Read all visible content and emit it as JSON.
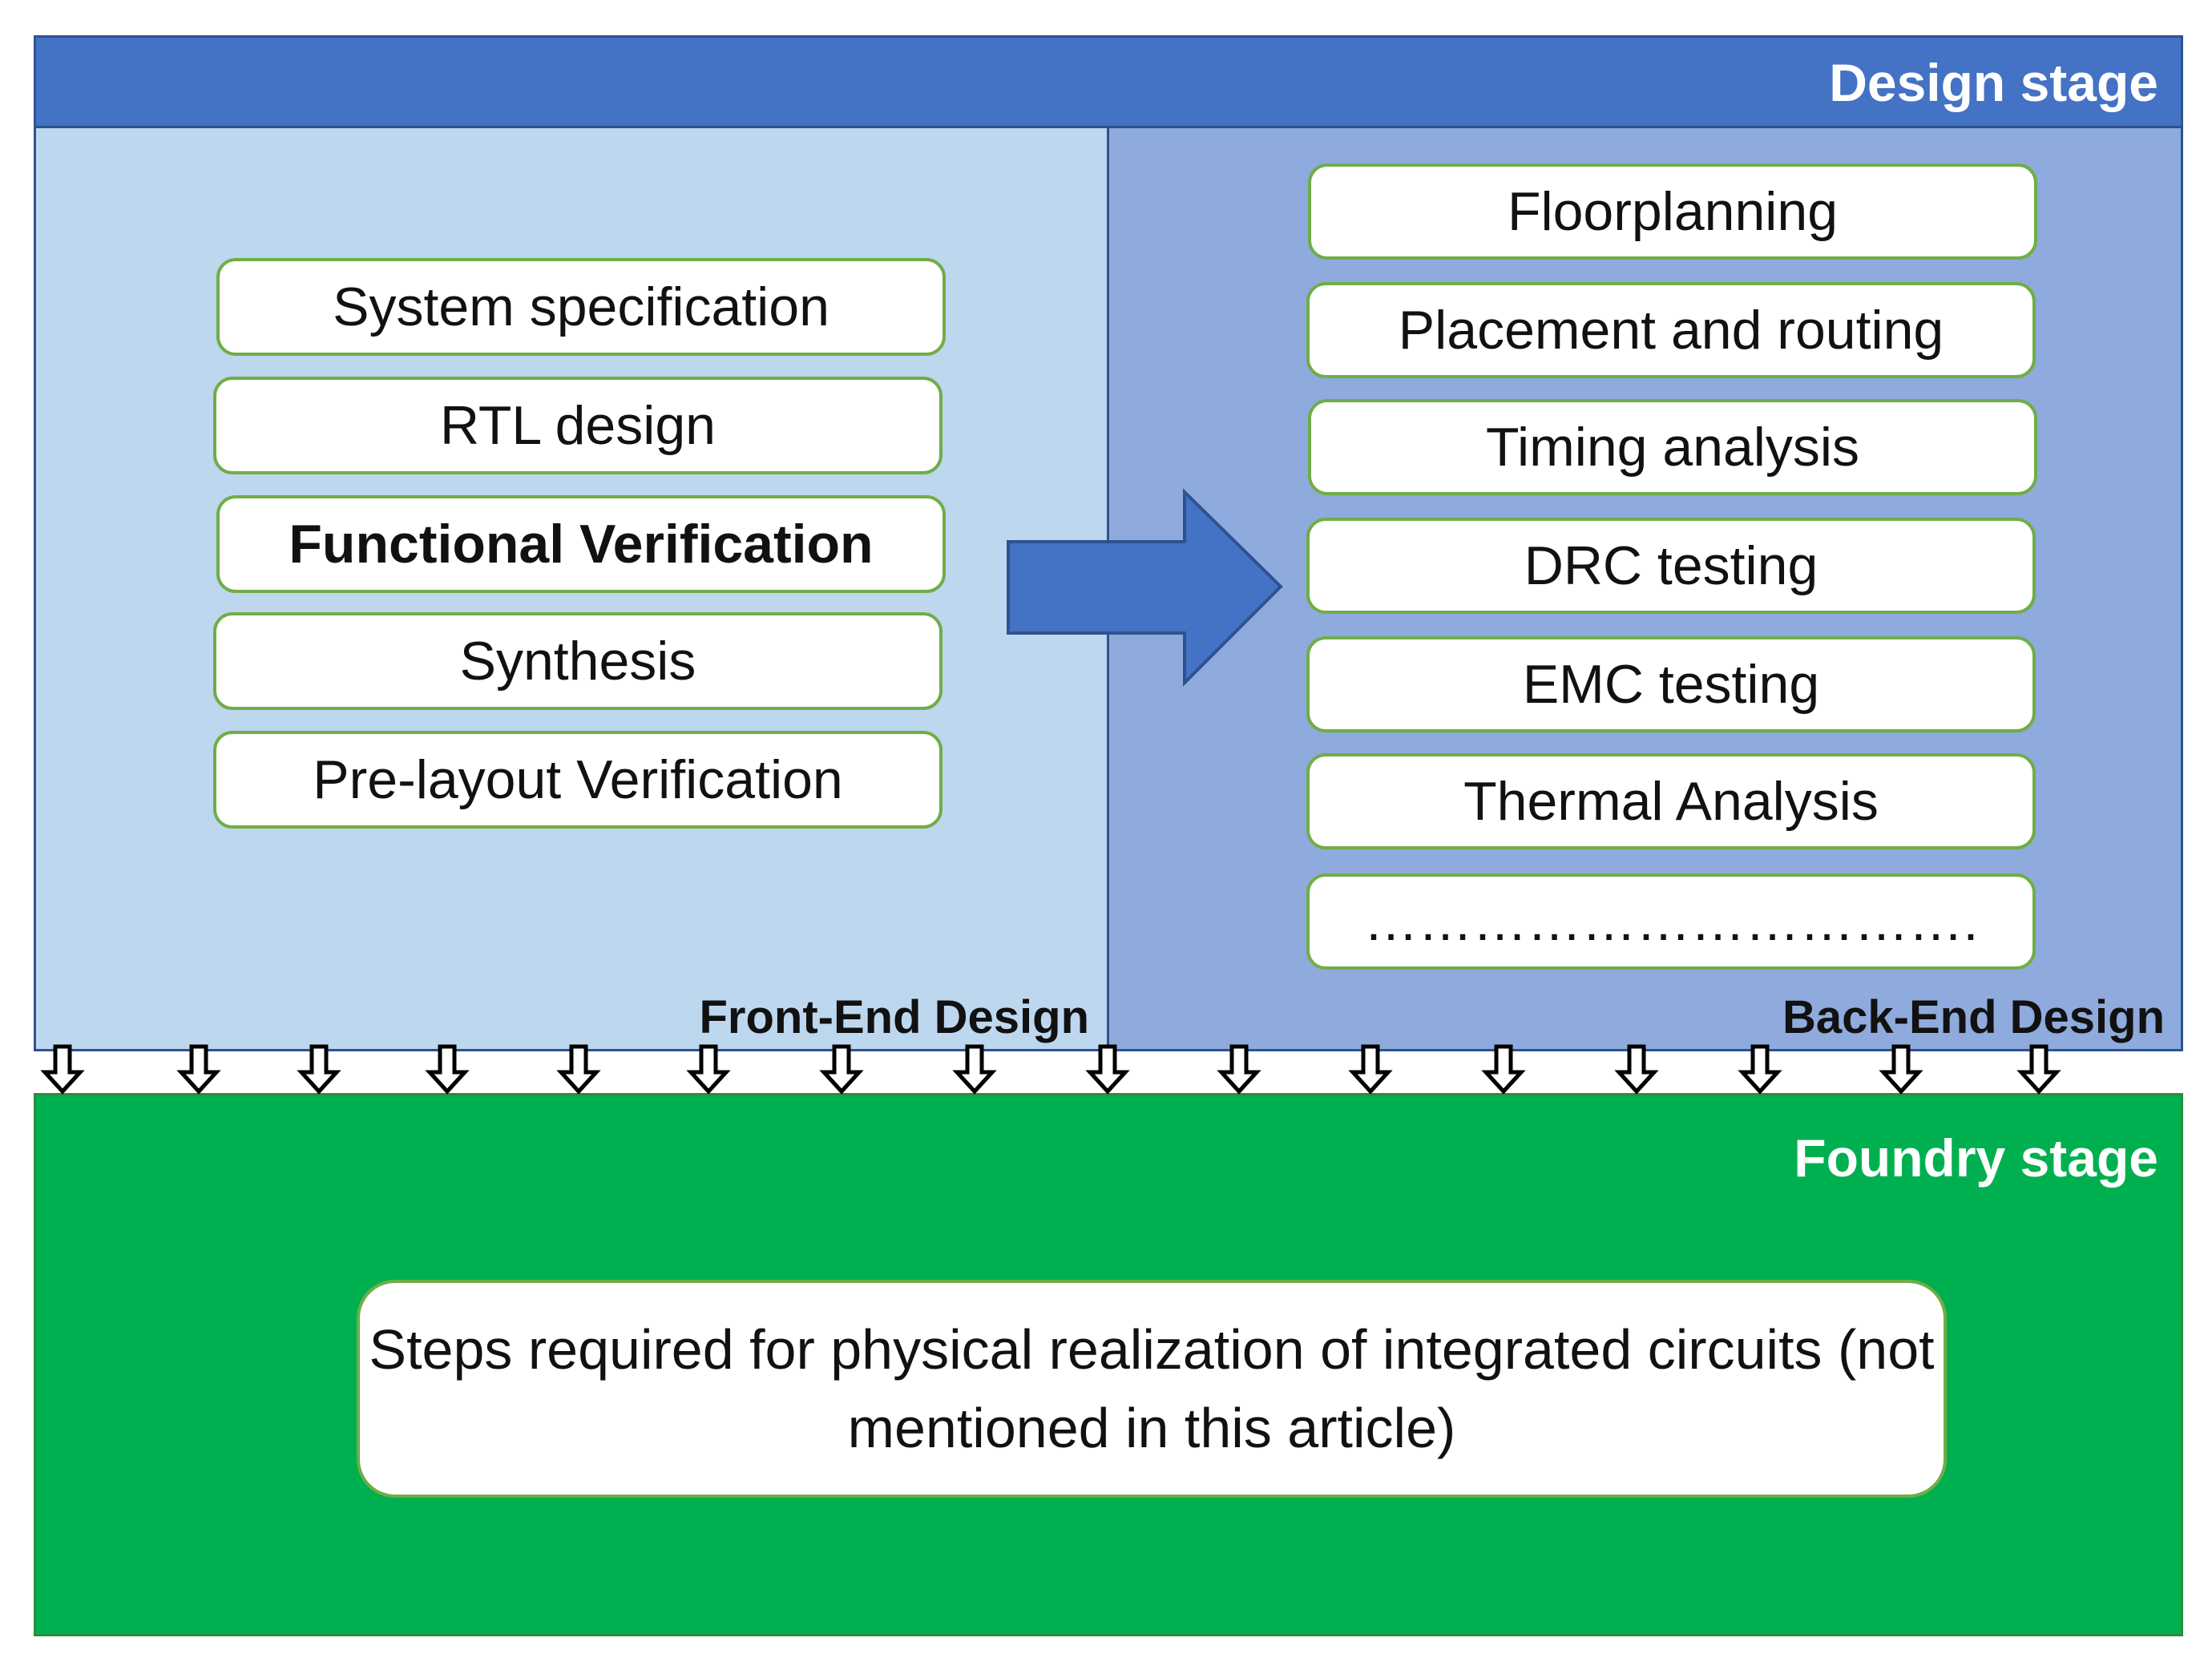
{
  "design_stage": {
    "label": "Design stage",
    "front_end": {
      "label": "Front-End Design",
      "steps": [
        {
          "label": "System specification",
          "bold": false
        },
        {
          "label": "RTL design",
          "bold": false
        },
        {
          "label": "Functional Verification",
          "bold": true
        },
        {
          "label": "Synthesis",
          "bold": false
        },
        {
          "label": "Pre-layout Verification",
          "bold": false
        }
      ]
    },
    "back_end": {
      "label": "Back-End Design",
      "steps": [
        {
          "label": "Floorplanning"
        },
        {
          "label": "Placement and routing"
        },
        {
          "label": "Timing analysis"
        },
        {
          "label": "DRC testing"
        },
        {
          "label": "EMC testing"
        },
        {
          "label": "Thermal Analysis"
        },
        {
          "label": "……………………………."
        }
      ]
    }
  },
  "foundry_stage": {
    "label": "Foundry stage",
    "note": "Steps required for physical realization of integrated circuits (not mentioned in this article)"
  },
  "colors": {
    "design_header": "#4472c4",
    "front_end_fill": "#bdd7ee",
    "back_end_fill": "#8faadc",
    "foundry_fill": "#00b050",
    "box_border": "#70ad47",
    "flow_arrow": "#4472c4"
  },
  "icons": {
    "flow_arrow": "right-arrow-icon",
    "handoff_arrows": "down-arrow-icon"
  }
}
